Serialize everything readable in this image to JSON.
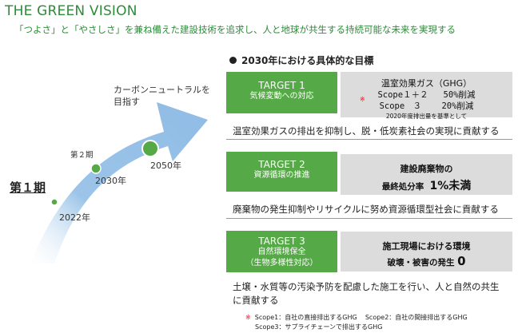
{
  "header": {
    "title": "THE GREEN VISION",
    "subtitle": "「つよさ」と「やさしさ」を兼ね備えた建設技術を追求し、人と地球が共生する持続可能な未来を実現する"
  },
  "roadmap": {
    "phase1": "第１期",
    "phase2": "第２期",
    "year_2022": "2022年",
    "year_2030": "2030年",
    "year_2050": "2050年",
    "carbon_line1": "カーボンニュートラルを",
    "carbon_line2": "目指す"
  },
  "goals": {
    "heading": "2030年における具体的な目標",
    "target1": {
      "label": "TARGET 1",
      "sub": "気候変動への対応",
      "detail_title": "温室効果ガス（GHG）",
      "note_mark": "※",
      "scope12_label": "Scope１＋２",
      "scope12_value": "50%削減",
      "scope3_label": "Scope　３",
      "scope3_value": "20%削減",
      "baseline": "2020年度排出量を基準として",
      "description": "温室効果ガスの排出を抑制し、脱・低炭素社会の実現に貢献する"
    },
    "target2": {
      "label": "TARGET 2",
      "sub": "資源循環の推進",
      "detail_title": "建設廃棄物の",
      "detail_line2": "最終処分率",
      "detail_value": "1%未満",
      "description": "廃棄物の発生抑制やリサイクルに努め資源循環型社会に貢献する"
    },
    "target3": {
      "label": "TARGET 3",
      "sub1": "自然環境保全",
      "sub2": "（生物多様性対応）",
      "detail_title": "施工現場における環境",
      "detail_line2": "破壊・被害の発生",
      "detail_value": "0",
      "description_line1": "土壌・水質等の汚染予防を配慮した施工を行い、人と自然の共生",
      "description_line2": "に貢献する"
    }
  },
  "footnote": {
    "mark": "※",
    "scope1": "Scope1：自社の直接排出するGHG",
    "scope2": "Scope2：自社の間接排出するGHG",
    "scope3": "Scope3：サプライチェーンで排出するGHG"
  },
  "colors": {
    "green_title": "#2e8b3a",
    "target_green": "#55a946",
    "detail_gray": "#dcdcdc",
    "arrow_blue": "#9cc4e8",
    "dot_green": "#55a946"
  }
}
